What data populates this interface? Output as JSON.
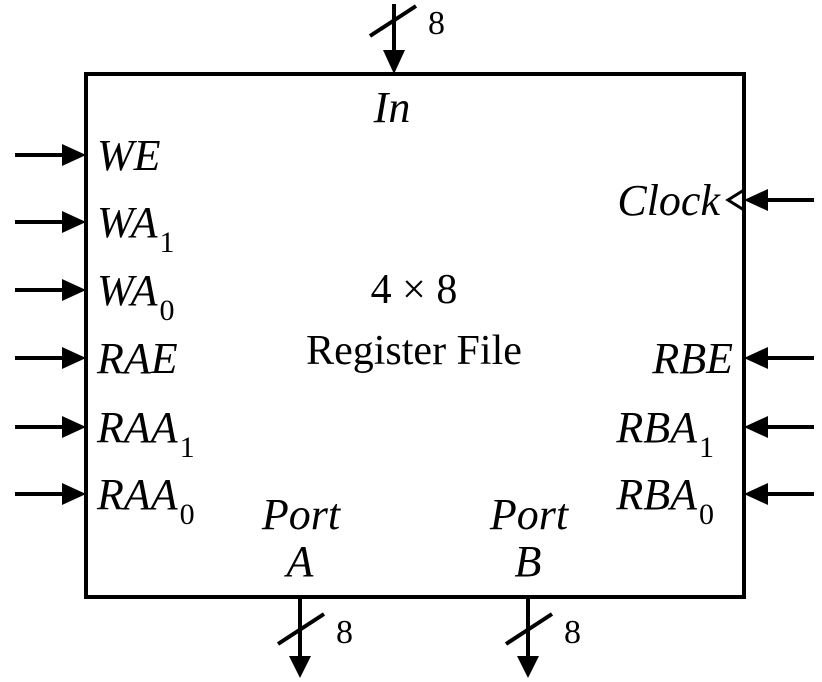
{
  "block": {
    "title_line1": "4 × 8",
    "title_line2": "Register File"
  },
  "top": {
    "label": "In",
    "width": "8"
  },
  "left_inputs": [
    {
      "base": "WE",
      "sub": ""
    },
    {
      "base": "WA",
      "sub": "1"
    },
    {
      "base": "WA",
      "sub": "0"
    },
    {
      "base": "RAE",
      "sub": ""
    },
    {
      "base": "RAA",
      "sub": "1"
    },
    {
      "base": "RAA",
      "sub": "0"
    }
  ],
  "right_inputs": [
    {
      "base": "Clock",
      "sub": ""
    },
    {
      "base": "RBE",
      "sub": ""
    },
    {
      "base": "RBA",
      "sub": "1"
    },
    {
      "base": "RBA",
      "sub": "0"
    }
  ],
  "ports": [
    {
      "line1": "Port",
      "line2": "A",
      "width": "8"
    },
    {
      "line1": "Port",
      "line2": "B",
      "width": "8"
    }
  ]
}
